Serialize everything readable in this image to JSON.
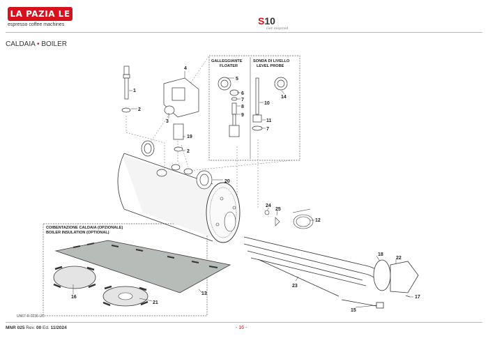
{
  "header": {
    "brand": "La Pazia Le",
    "brand_subtitle": "espresso coffee machines",
    "model_s": "S",
    "model_num": "10",
    "tagline": "Get inspired"
  },
  "title": {
    "part1": "CALDAIA",
    "part2": "BOILER"
  },
  "boxes": {
    "floater_it": "GALLEGGIANTE",
    "floater_en": "FLOATER",
    "probe_it": "SONDA DI LIVELLO",
    "probe_en": "LEVEL PROBE",
    "insulation_it": "COIBENTAZIONE CALDAIA (OPZIONALE)",
    "insulation_en": "BOILER INSULATION (OPTIONAL)"
  },
  "callouts": {
    "c1": "1",
    "c2a": "2",
    "c2b": "2",
    "c3": "3",
    "c4": "4",
    "c5": "5",
    "c6": "6",
    "c7a": "7",
    "c7b": "7",
    "c8": "8",
    "c9": "9",
    "c10": "10",
    "c11": "11",
    "c12": "12",
    "c13": "13",
    "c14": "14",
    "c15": "15",
    "c16": "16",
    "c17": "17",
    "c18": "18",
    "c19": "19",
    "c20": "20",
    "c21": "21",
    "c22": "22",
    "c23": "23",
    "c24": "24",
    "c25": "25"
  },
  "footer": {
    "doc": "MNR 025",
    "rev_label": "Rev.",
    "rev": "00",
    "ed_label": "Ed.",
    "ed": "11/2024",
    "page": "- 16 -",
    "drawing_code": "UN67-R-0236-UC"
  }
}
